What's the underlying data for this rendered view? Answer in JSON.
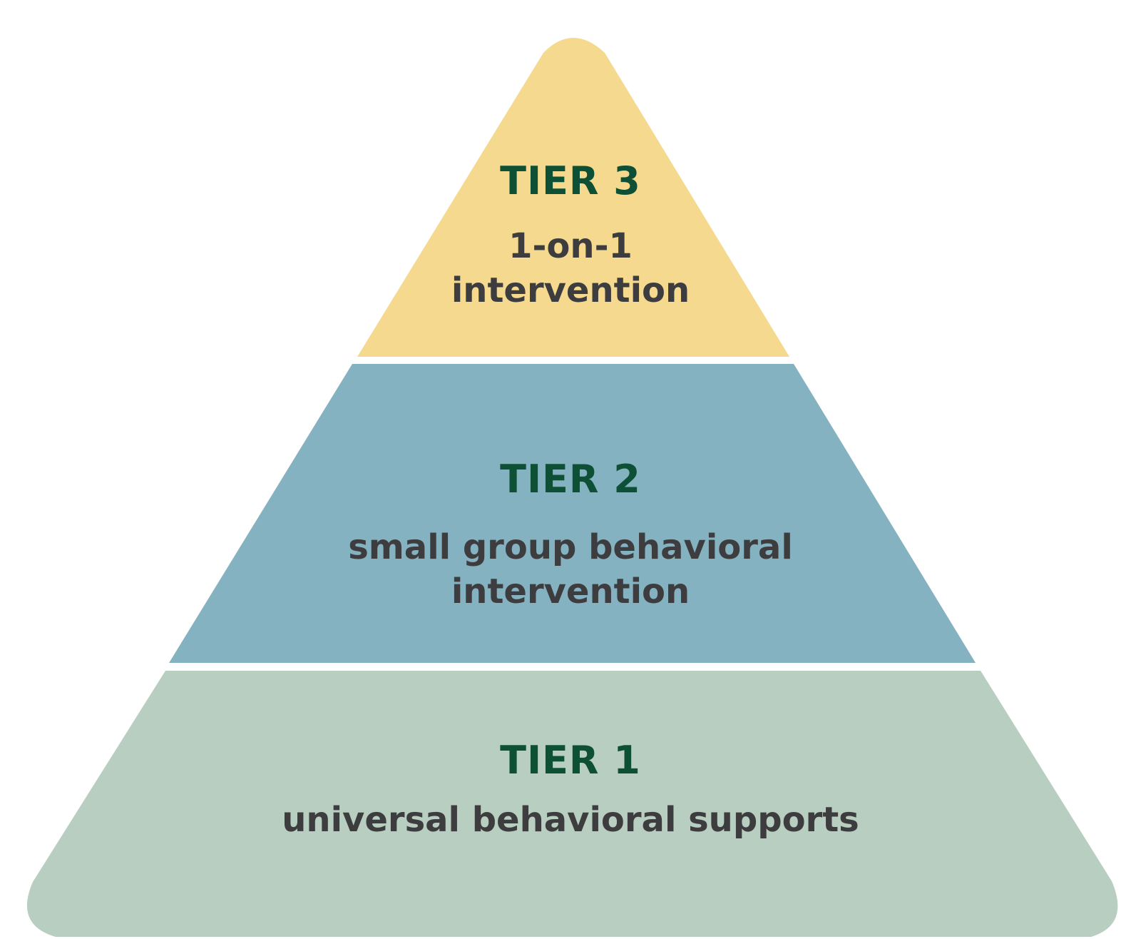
{
  "colors": {
    "background": "#ffffff",
    "title_text": "#0e5035",
    "desc_text": "#3d3d40"
  },
  "tiers": [
    {
      "title": "TIER 3",
      "description": "1-on-1 intervention",
      "fill": "#f4d98e"
    },
    {
      "title": "TIER 2",
      "description": "small group behavioral intervention",
      "fill": "#84b2c1"
    },
    {
      "title": "TIER 1",
      "description": "universal behavioral supports",
      "fill": "#b7cec0"
    }
  ]
}
